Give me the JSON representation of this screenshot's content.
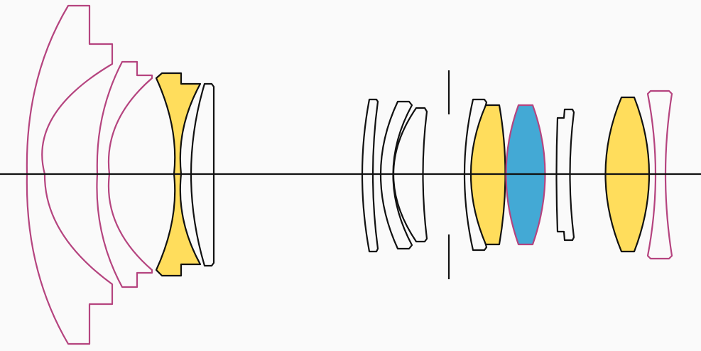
{
  "colors": {
    "background": "#fafafa",
    "axis": "#111111",
    "outline_black": "#111111",
    "outline_magenta": "#b5447f",
    "fill_none": "#fafafa",
    "fill_yellow": "#ffdd5c",
    "fill_blue": "#43a9d5"
  },
  "elements": [
    {
      "name": "lens-element-1",
      "group": "front",
      "outline": "magenta",
      "fill": "none"
    },
    {
      "name": "lens-element-2",
      "group": "front",
      "outline": "magenta",
      "fill": "none"
    },
    {
      "name": "lens-element-3",
      "group": "front",
      "outline": "black",
      "fill": "yellow"
    },
    {
      "name": "lens-element-4",
      "group": "front",
      "outline": "black",
      "fill": "none"
    },
    {
      "name": "lens-element-5",
      "group": "middle",
      "outline": "black",
      "fill": "none"
    },
    {
      "name": "lens-element-6",
      "group": "middle",
      "outline": "black",
      "fill": "none"
    },
    {
      "name": "lens-element-7",
      "group": "middle",
      "outline": "black",
      "fill": "none"
    },
    {
      "name": "aperture-stop",
      "group": "middle",
      "outline": "black",
      "fill": "none"
    },
    {
      "name": "lens-element-8",
      "group": "rear",
      "outline": "black",
      "fill": "none"
    },
    {
      "name": "lens-element-9",
      "group": "rear",
      "outline": "black",
      "fill": "yellow"
    },
    {
      "name": "lens-element-10",
      "group": "rear",
      "outline": "magenta",
      "fill": "blue"
    },
    {
      "name": "lens-element-11",
      "group": "rear",
      "outline": "black",
      "fill": "none"
    },
    {
      "name": "lens-element-12",
      "group": "rear",
      "outline": "black",
      "fill": "yellow"
    },
    {
      "name": "lens-element-13",
      "group": "rear",
      "outline": "magenta",
      "fill": "none"
    }
  ]
}
